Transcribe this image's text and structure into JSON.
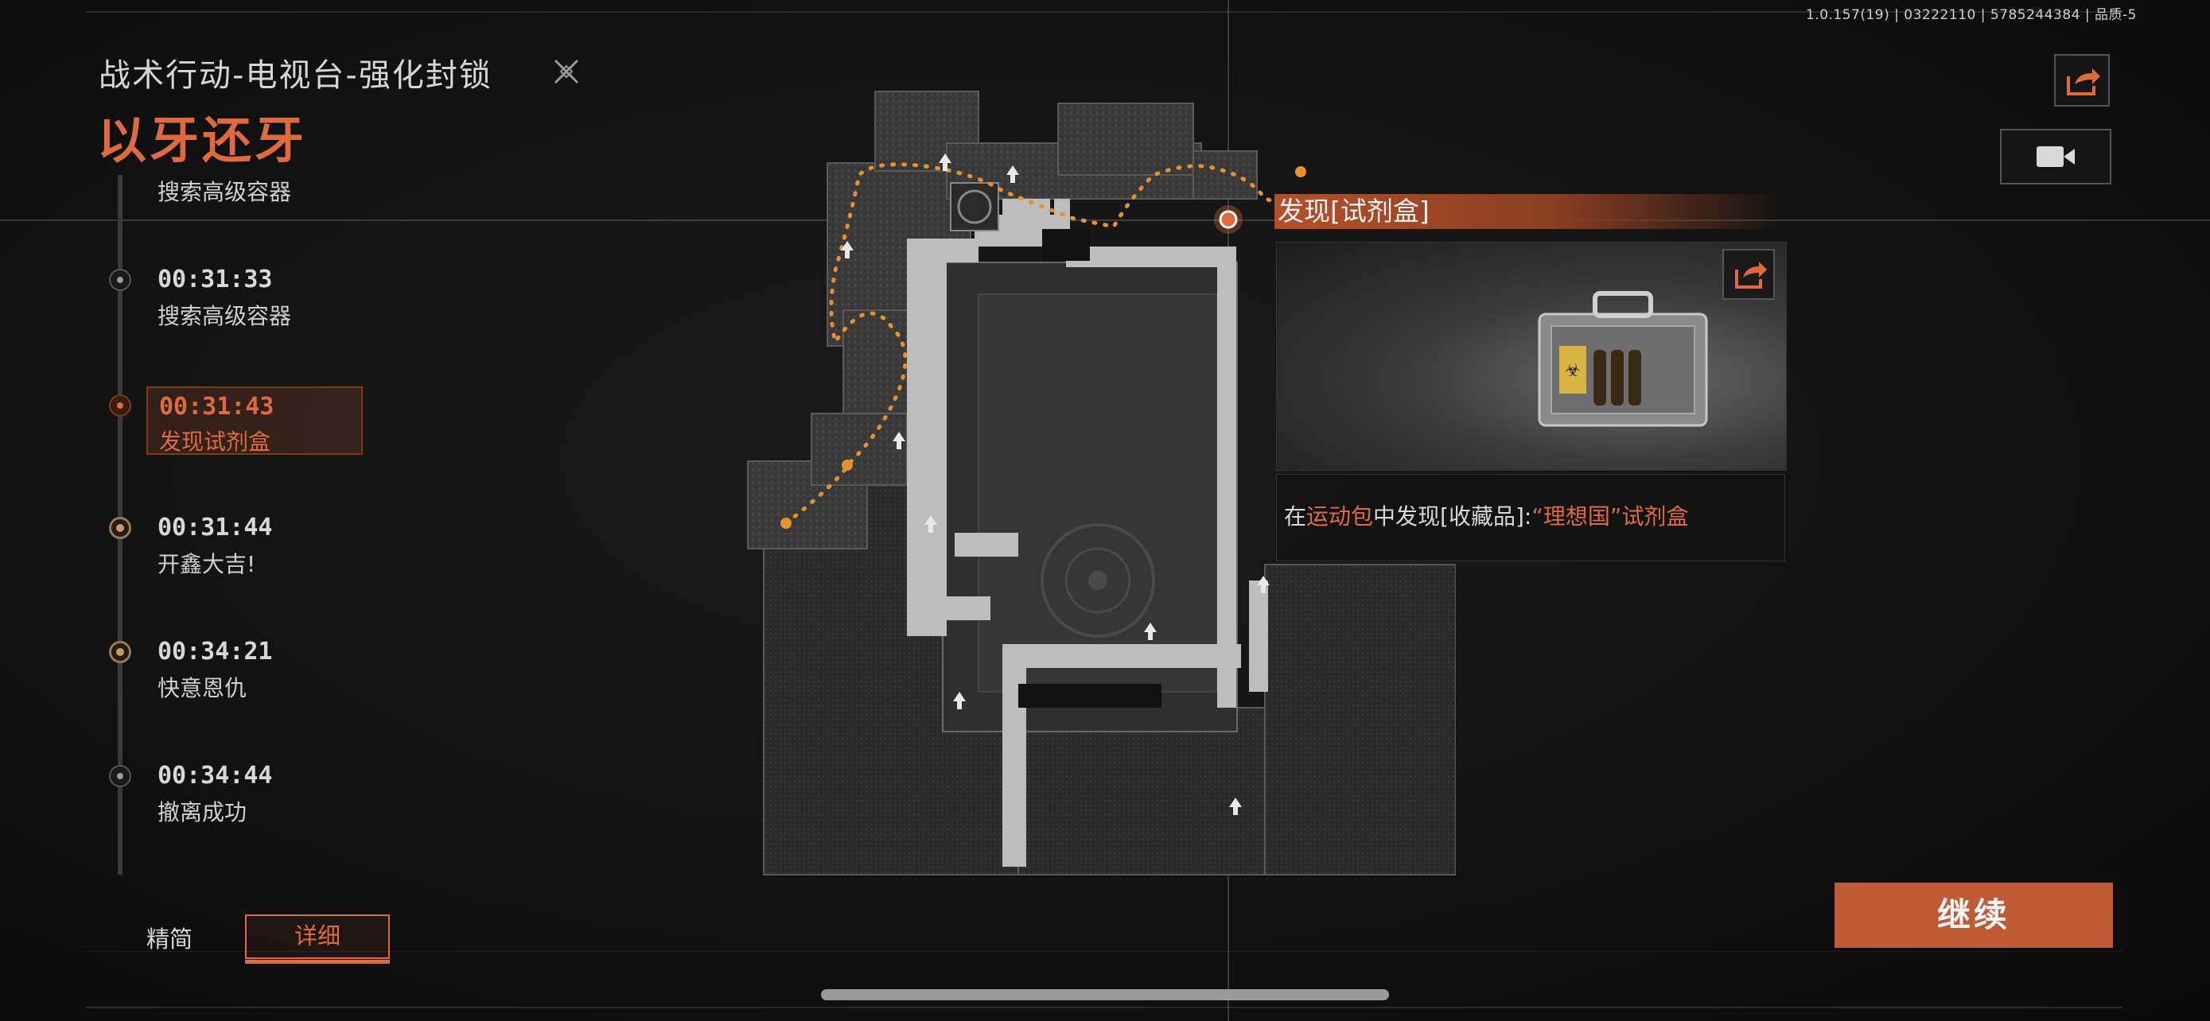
{
  "version_info": "1.0.157(19) | 03222110 | 5785244384 | 品质-5",
  "mode_title": "战术行动-电视台-强化封锁",
  "achievement_title": "以牙还牙",
  "timeline": [
    {
      "time": "",
      "label": "搜索高级容器"
    },
    {
      "time": "00:31:33",
      "label": "搜索高级容器"
    },
    {
      "time": "00:31:43",
      "label": "发现试剂盒"
    },
    {
      "time": "00:31:44",
      "label": "开鑫大吉!"
    },
    {
      "time": "00:34:21",
      "label": "快意恩仇"
    },
    {
      "time": "00:34:44",
      "label": "撤离成功"
    }
  ],
  "view_toggle": {
    "simple": "精简",
    "detail": "详细",
    "selected": "详细"
  },
  "popup": {
    "title": "发现[试剂盒]",
    "desc_prefix": "在",
    "desc_location": "运动包",
    "desc_middle": "中发现[收藏品]:",
    "desc_item": "“理想国”试剂盒"
  },
  "continue_label": "继续",
  "icons": {
    "mode": "crossed-swords-icon",
    "share": "share-icon",
    "video": "video-play-icon",
    "popup_share": "share-icon",
    "extract": "extraction-arrow-icon"
  },
  "colors": {
    "accent": "#e06a3c",
    "background": "#0e0e0e",
    "path": "#e8902a"
  }
}
